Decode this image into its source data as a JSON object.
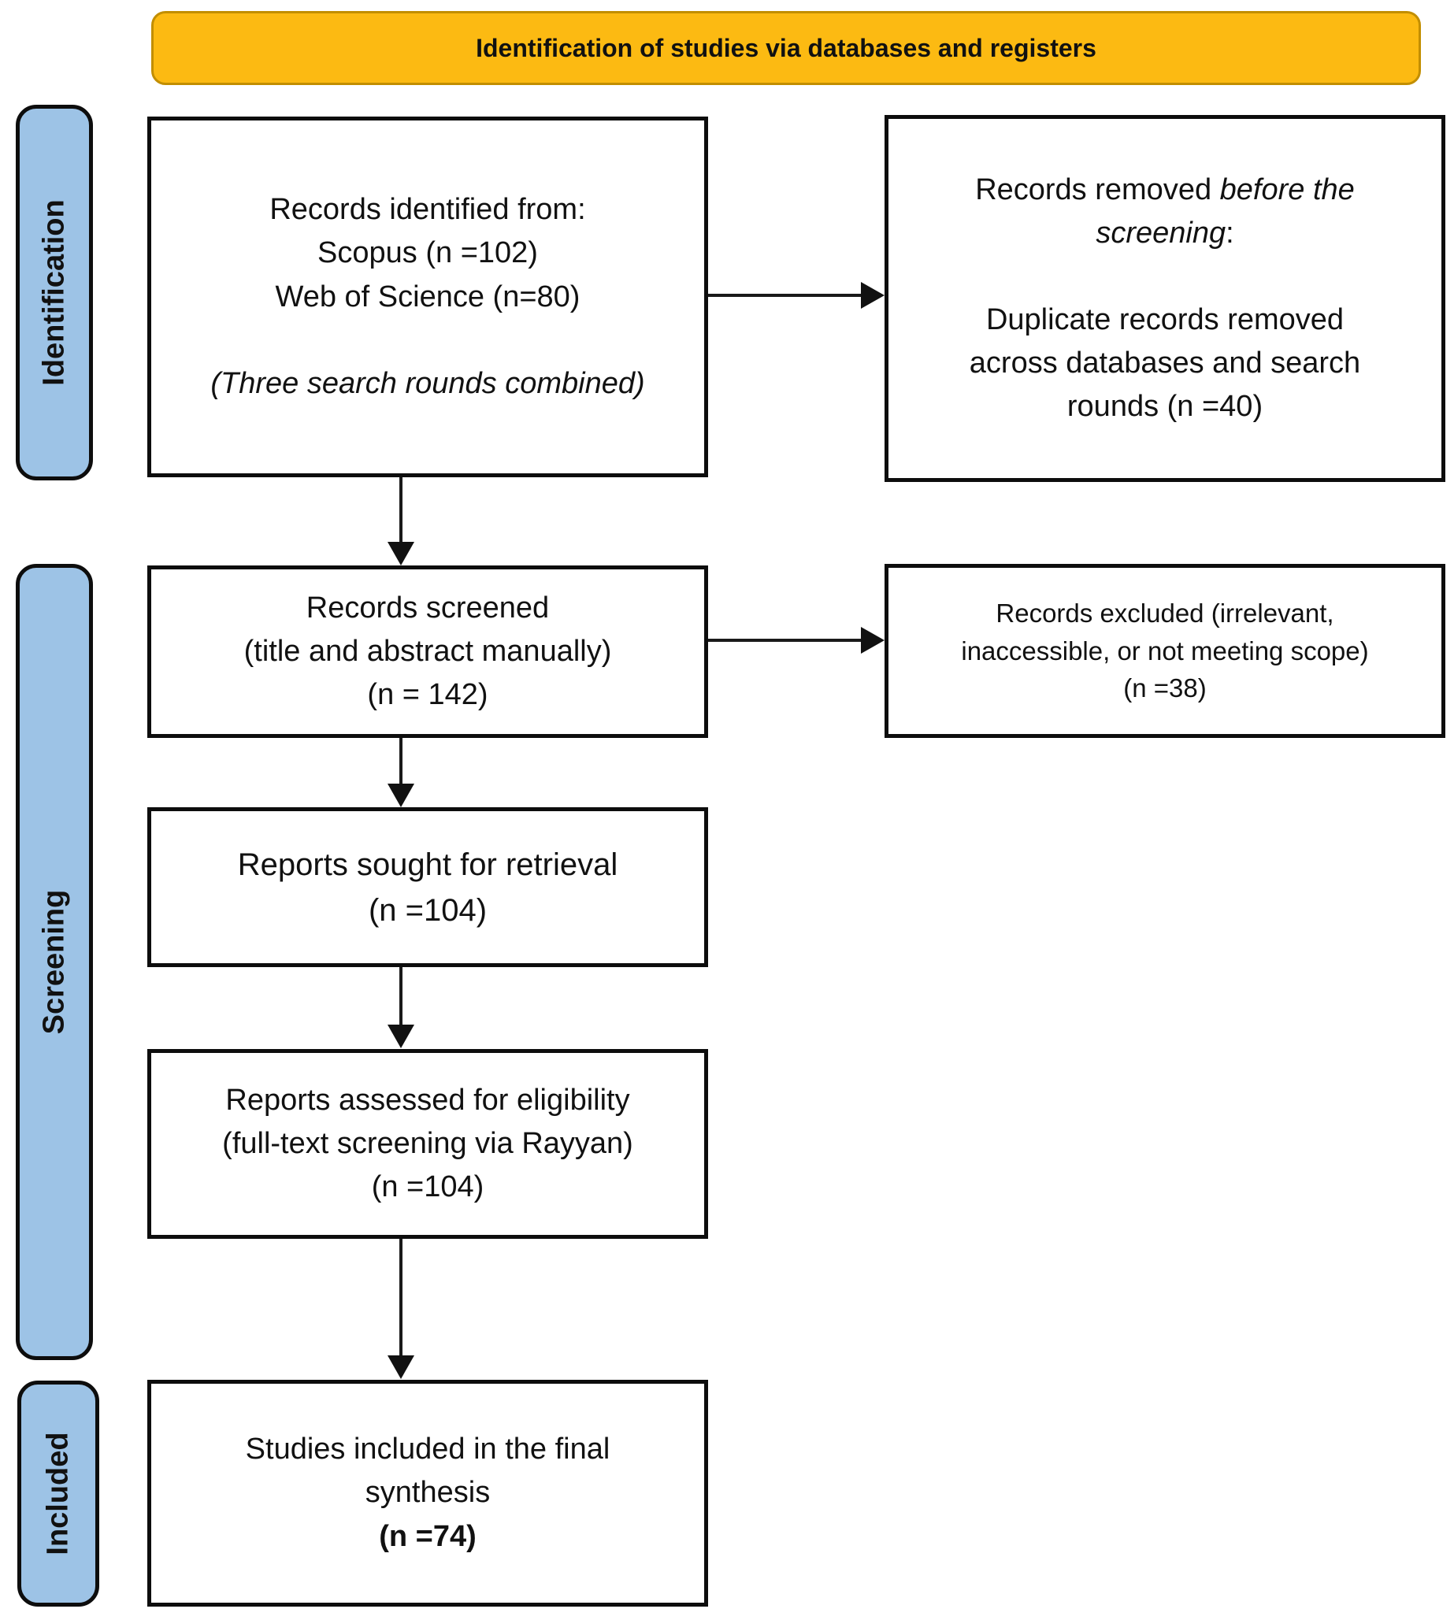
{
  "banner": {
    "title": "Identification of studies via databases and registers"
  },
  "stages": {
    "identification": "Identification",
    "screening": "Screening",
    "included": "Included"
  },
  "boxes": {
    "records_identified": {
      "lines": [
        "Records identified from:",
        "Scopus (n =102)",
        "Web of Science (n=80)"
      ],
      "note": "(Three search rounds combined)"
    },
    "records_removed": {
      "title_lead": "Records removed ",
      "title_emphasis_line1": "before the",
      "title_emphasis_line2": "screening",
      "title_tail": ":",
      "body_lines": [
        "Duplicate records removed",
        "across databases and search",
        "rounds (n =40)"
      ]
    },
    "records_screened": {
      "lines": [
        "Records screened",
        "(title and abstract manually)",
        "(n = 142)"
      ]
    },
    "records_excluded": {
      "lines": [
        "Records excluded (irrelevant,",
        "inaccessible, or not meeting scope)",
        "(n =38)"
      ]
    },
    "reports_sought": {
      "lines": [
        "Reports sought for retrieval",
        "(n =104)"
      ]
    },
    "reports_assessed": {
      "lines": [
        "Reports assessed for eligibility",
        "(full-text screening via Rayyan)",
        "(n =104)"
      ]
    },
    "studies_included": {
      "lines": [
        "Studies included in the final",
        "synthesis"
      ],
      "count": "(n =74)"
    }
  },
  "colors": {
    "banner_fill": "#FCBA12",
    "banner_border": "#C28E00",
    "stage_fill": "#9DC3E6",
    "box_border": "#0D0D0D",
    "arrow": "#111111"
  }
}
